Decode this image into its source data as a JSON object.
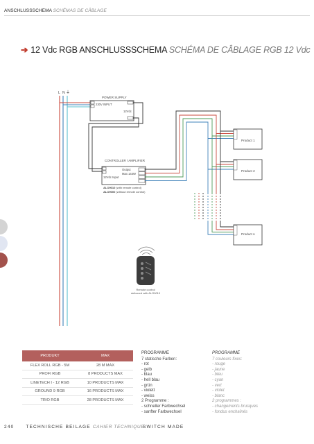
{
  "header": {
    "de": "ANSCHLUSSSCHEMA",
    "fr": "SCHÉMAS DE CÂBLAGE"
  },
  "title": {
    "de": "12 Vdc RGB ANSCHLUSSSCHEMA",
    "fr": "SCHÉMA DE CÂBLAGE RGB 12 Vdc"
  },
  "diagram": {
    "mains": {
      "l": "L",
      "n": "N",
      "earth": "⏚"
    },
    "power_supply": {
      "label": "POWER SUPPLY",
      "input": "230V INPUT",
      "output": "12Vdc"
    },
    "controller": {
      "label": "CONTROLLER / AMPLIFIER",
      "input": "12Vdc Input",
      "output": "Output",
      "output_max": "Max 144W",
      "note1_code": "ALO9010",
      "note1_text": "(with remote control)",
      "note2_code": "ALO9000",
      "note2_text": "(without remote control)"
    },
    "products": [
      "Product 1",
      "Product 2",
      "Product n"
    ],
    "remote": {
      "label1": "Remote control",
      "label2": "delivered with ALO9010"
    }
  },
  "spec_table": {
    "headers": [
      "PRODUKT",
      "MAX"
    ],
    "rows": [
      [
        "FLEX ROLL RGB - 5M",
        "28 M MAX"
      ],
      [
        "PROFI RGB",
        "8 PRODUCTS MAX"
      ],
      [
        "LINETECH I - 12 RGB",
        "10 PRODUCTS MAX"
      ],
      [
        "GROUND 9 RGB",
        "16 PRODUCTS MAX"
      ],
      [
        "TRIO RGB",
        "28 PRODUCTS MAX"
      ]
    ]
  },
  "programme_de": {
    "title": "PROGRAMME",
    "lines": [
      "7 statische Farben:",
      "- rot",
      "- gelb",
      "- blau",
      "- hell blau",
      "- grün",
      "- violett",
      "- weiss",
      "2 Programme :",
      "- schneller Farbwechsel",
      "- sanfter Farbwechsel"
    ]
  },
  "programme_fr": {
    "title": "PROGRAMME",
    "lines": [
      "7 couleurs fixes:",
      "- rouge",
      "- jaune",
      "- bleu",
      "- cyan",
      "- vert",
      "- violet",
      "- blanc",
      "2 programmes :",
      "- changements brusques",
      "- fondus enchaînés"
    ]
  },
  "footer": {
    "page": "240",
    "de": "TECHNISCHE BEILAGE",
    "fr": "CAHIER TECHNIQUE",
    "brand": "SWITCH MADE"
  },
  "colors": {
    "accent": "#c0392b",
    "table_header": "#b3605d",
    "wire_red": "#c94a3e",
    "wire_green": "#4e9a5a",
    "wire_blue": "#3e80b8",
    "wire_cyan": "#5bbfcf",
    "wire_dark": "#333333"
  },
  "icons": [
    "arrow-right-icon",
    "earth-icon",
    "wireless-signal-icon"
  ]
}
